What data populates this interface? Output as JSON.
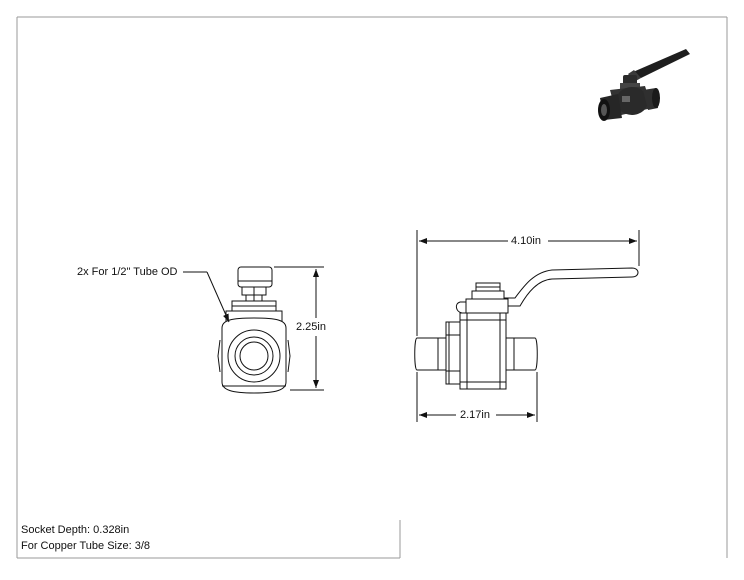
{
  "dimensions": {
    "callout": "2x For 1/2\" Tube OD",
    "height": "2.25in",
    "overall_length": "4.10in",
    "body_length": "2.17in"
  },
  "notes": {
    "socket_depth": "Socket Depth: 0.328in",
    "tube_size": "For Copper Tube Size: 3/8"
  },
  "colors": {
    "line": "#111111",
    "frame": "#9a9a9a",
    "thumbnail_dark": "#2b2b2b"
  }
}
